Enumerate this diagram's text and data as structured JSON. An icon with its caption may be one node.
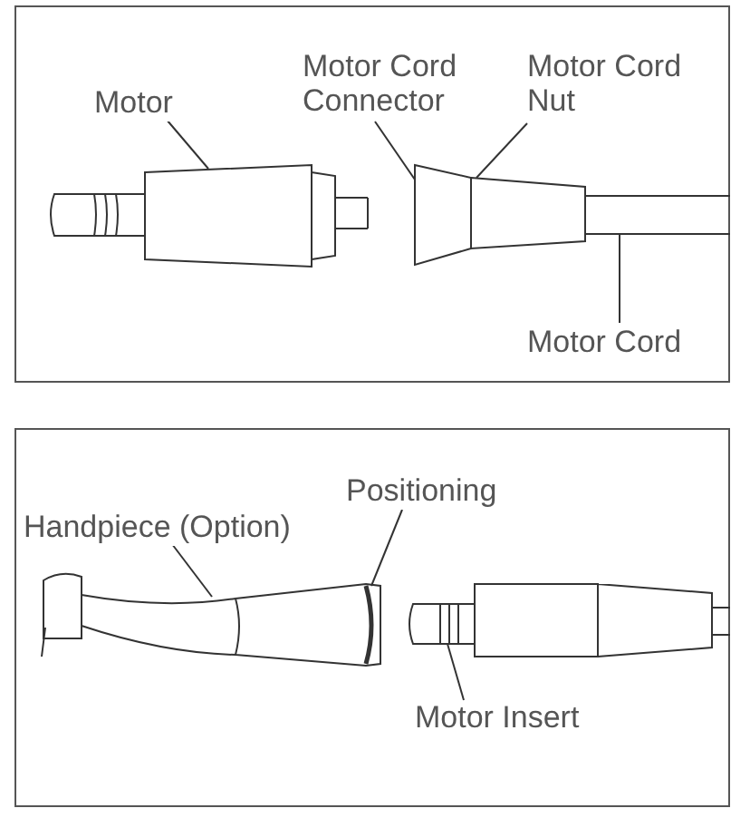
{
  "diagram": {
    "nodes": [
      {
        "text": [],
        "shape": "box"
      },
      {
        "text": [
          "Motor"
        ],
        "in": 0
      },
      {
        "text": [
          "Motor Cord Connector"
        ],
        "in": 0
      },
      {
        "text": [
          "Motor Cord Nut"
        ],
        "in": 0
      },
      {
        "text": [
          "Motor Cord"
        ],
        "in": 0
      },
      {
        "text": [],
        "shape": "box",
        "in": 0
      },
      {
        "text": [],
        "shape": "box",
        "in": 0
      },
      {
        "text": [],
        "shape": "box",
        "in": 0
      },
      {
        "text": [],
        "shape": "bar",
        "in": 0
      },
      {
        "text": [],
        "shape": "box"
      },
      {
        "text": [
          "Handpiece (Option)"
        ],
        "in": 9
      },
      {
        "text": [
          "Positioning"
        ],
        "in": 9
      },
      {
        "text": [
          "Motor Insert"
        ],
        "in": 9
      },
      {
        "text": [],
        "shape": "picture",
        "in": 9
      },
      {
        "text": [],
        "shape": "bar",
        "in": 13
      },
      {
        "text": [],
        "shape": "picture",
        "in": 9
      }
    ],
    "edges": [
      {
        "from": 1,
        "to": 5,
        "arrow": "none"
      },
      {
        "from": 2,
        "to": 6,
        "arrow": "none"
      },
      {
        "from": 3,
        "to": 7,
        "arrow": "none"
      },
      {
        "from": 4,
        "to": 8,
        "arrow": "none"
      },
      {
        "from": 10,
        "to": 13,
        "arrow": "none"
      },
      {
        "from": 11,
        "to": 14,
        "arrow": "none"
      },
      {
        "from": 12,
        "to": 15,
        "arrow": "none"
      }
    ]
  }
}
